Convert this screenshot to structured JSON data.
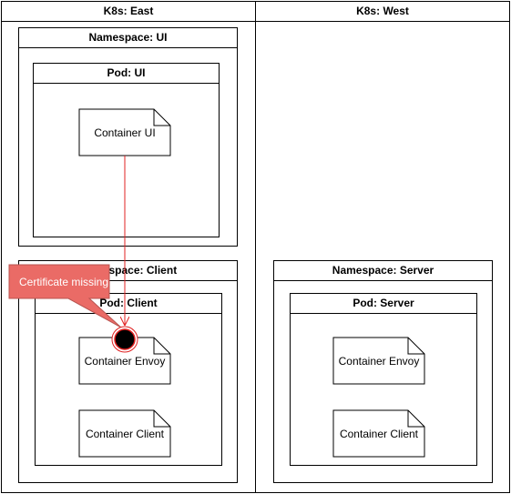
{
  "clusters": {
    "east": {
      "title": "K8s: East"
    },
    "west": {
      "title": "K8s: West"
    }
  },
  "namespaces": {
    "ui": {
      "title": "Namespace: UI"
    },
    "client": {
      "title": "Namespace: Client"
    },
    "server": {
      "title": "Namespace: Server"
    }
  },
  "pods": {
    "ui": {
      "title": "Pod: UI"
    },
    "client": {
      "title": "Pod: Client"
    },
    "server": {
      "title": "Pod: Server"
    }
  },
  "containers": {
    "ui": "Container UI",
    "client_envoy": "Container Envoy",
    "client_client": "Container Client",
    "server_envoy": "Container Envoy",
    "server_client": "Container Client"
  },
  "callout": {
    "text": "Certificate missing",
    "color": "#ea6b66",
    "border": "#b85450"
  },
  "edge": {
    "color": "#e02020"
  }
}
